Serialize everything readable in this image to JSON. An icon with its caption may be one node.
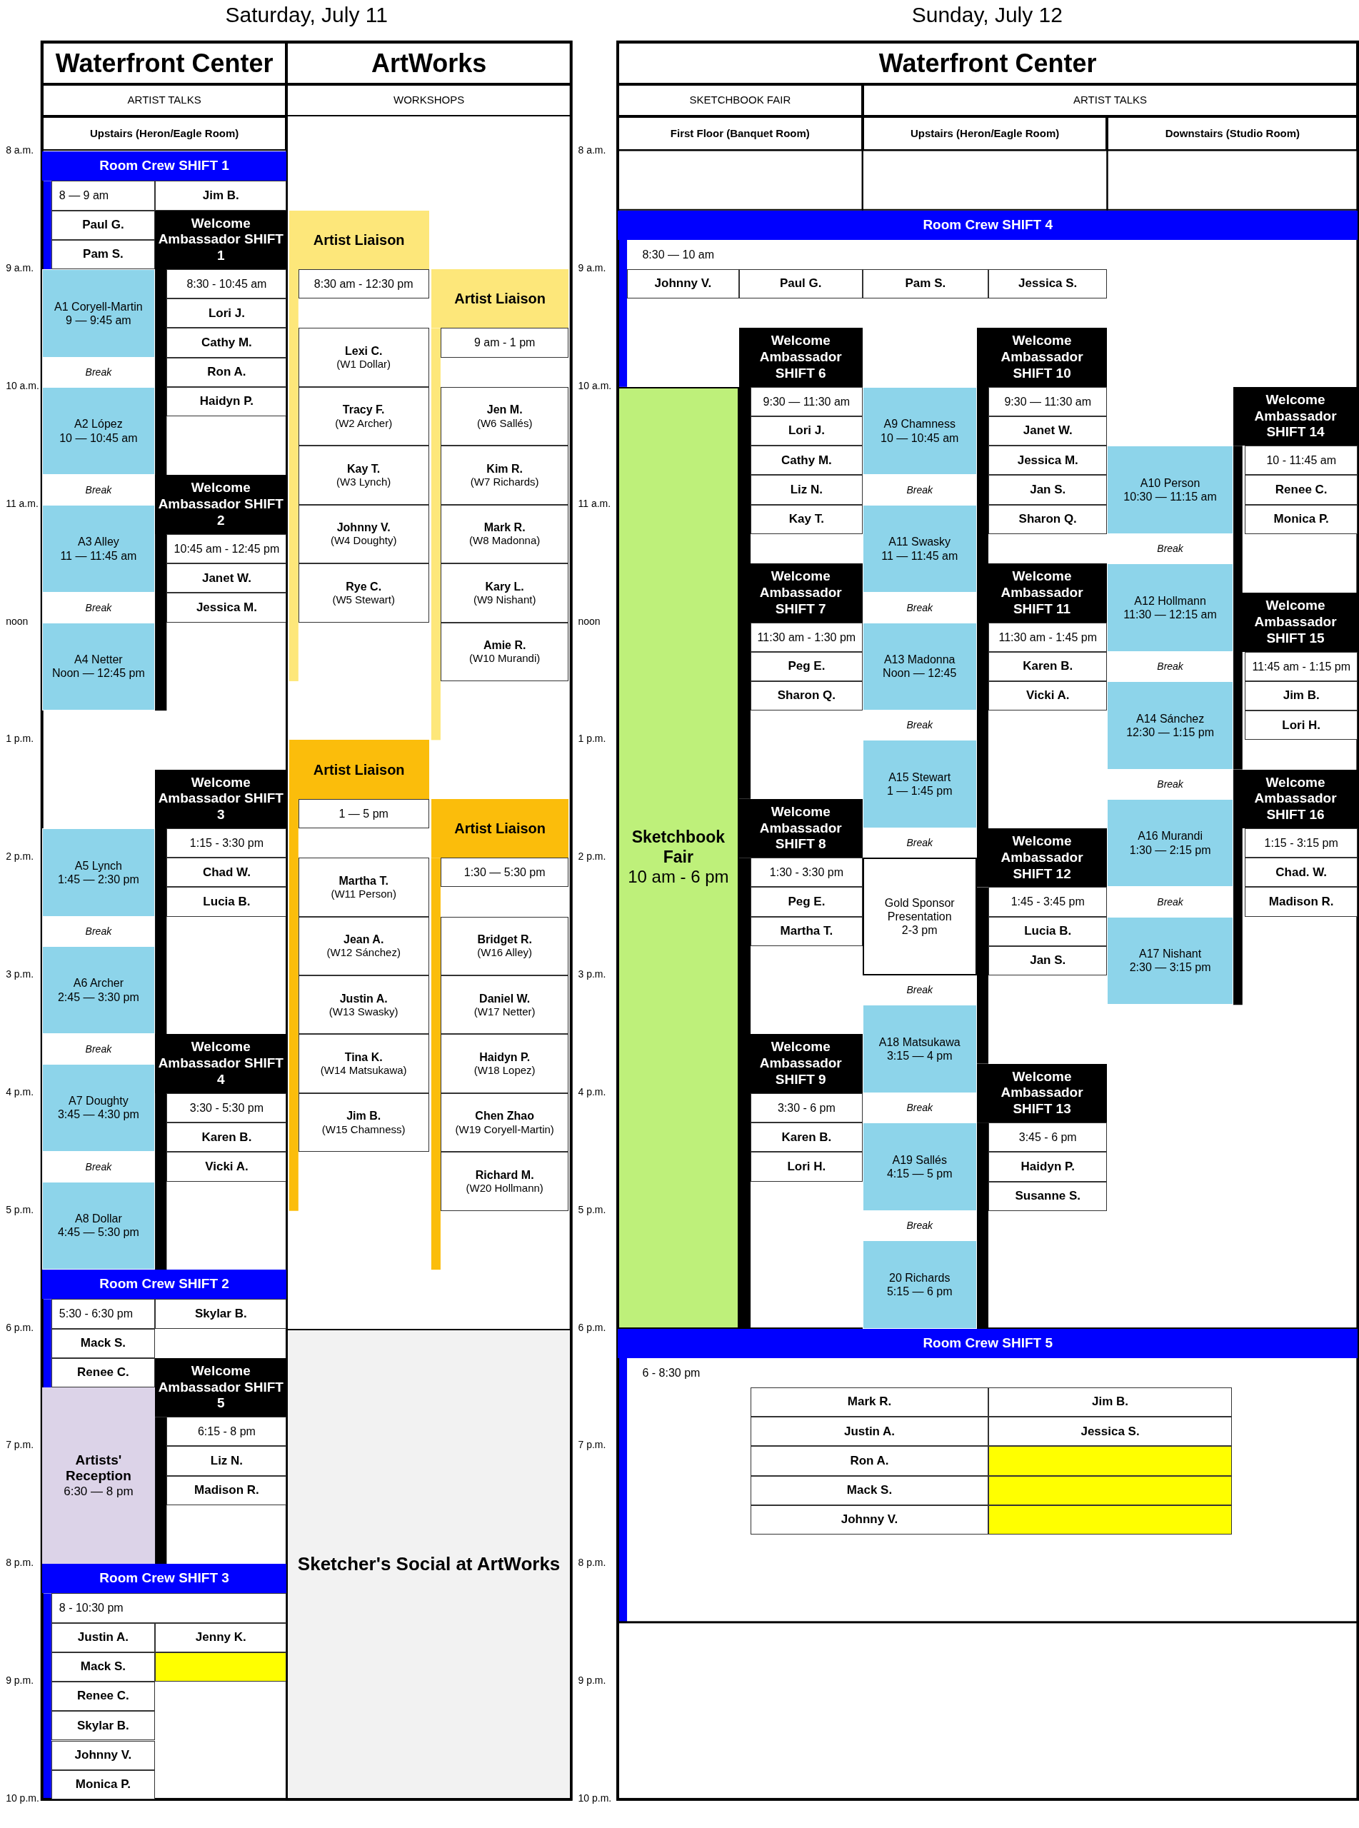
{
  "diagram": {
    "nodes": [
      {
        "text": [
          "Waterfront Center"
        ]
      },
      {
        "text": [
          "ArtWorks"
        ]
      },
      {
        "text": [
          "ARTIST TALKS"
        ]
      },
      {
        "text": [
          "WORKSHOPS"
        ]
      },
      {
        "text": [
          "Upstairs (Heron/Eagle Room)"
        ]
      },
      {
        "text": [
          "Room Crew SHIFT 1"
        ]
      },
      {
        "text": [
          "8 — 9 am"
        ]
      },
      {
        "text": [
          "Jim B."
        ]
      },
      {
        "text": [
          "Paul G."
        ]
      },
      {
        "text": [
          "Pam S."
        ]
      },
      {
        "text": [
          "Welcome Ambassador SHIFT 1"
        ]
      },
      {
        "text": [
          "8:30 - 10:45 am"
        ]
      },
      {
        "text": [
          "Lori J."
        ]
      },
      {
        "text": [
          "Cathy M."
        ]
      },
      {
        "text": [
          "Ron A."
        ]
      },
      {
        "text": [
          "Haidyn P."
        ]
      },
      {
        "text": [
          "A1 Coryell-Martin",
          "9 — 9:45 am"
        ]
      },
      {
        "text": [
          "Break"
        ]
      },
      {
        "text": [
          "A2 López",
          "10 — 10:45 am"
        ]
      },
      {
        "text": [
          "Break"
        ]
      },
      {
        "text": [
          "A3 Alley",
          "11 — 11:45 am"
        ]
      },
      {
        "text": [
          "Break"
        ]
      },
      {
        "text": [
          "A4 Netter",
          "Noon — 12:45 pm"
        ]
      },
      {
        "text": [
          "Welcome Ambassador SHIFT 2"
        ]
      },
      {
        "text": [
          "10:45 am - 12:45 pm"
        ]
      },
      {
        "text": [
          "Janet W."
        ]
      },
      {
        "text": [
          "Jessica M."
        ]
      },
      {
        "text": [
          "Welcome Ambassador SHIFT 3"
        ]
      },
      {
        "text": [
          "1:15 - 3:30 pm"
        ]
      },
      {
        "text": [
          "Chad W."
        ]
      },
      {
        "text": [
          "Lucia B."
        ]
      },
      {
        "text": [
          "A5 Lynch",
          "1:45 — 2:30 pm"
        ]
      },
      {
        "text": [
          "Break"
        ]
      },
      {
        "text": [
          "A6 Archer",
          "2:45 — 3:30 pm"
        ]
      },
      {
        "text": [
          "Break"
        ]
      },
      {
        "text": [
          "A7 Doughty",
          "3:45 — 4:30 pm"
        ]
      },
      {
        "text": [
          "Break"
        ]
      },
      {
        "text": [
          "A8 Dollar",
          "4:45 — 5:30 pm"
        ]
      },
      {
        "text": [
          "Welcome Ambassador SHIFT 4"
        ]
      },
      {
        "text": [
          "3:30 - 5:30 pm"
        ]
      },
      {
        "text": [
          "Karen B."
        ]
      },
      {
        "text": [
          "Vicki A."
        ]
      },
      {
        "text": [
          "Room Crew SHIFT 2"
        ]
      },
      {
        "text": [
          "5:30 - 6:30 pm"
        ]
      },
      {
        "text": [
          "Skylar B."
        ]
      },
      {
        "text": [
          "Mack S."
        ]
      },
      {
        "text": [
          "Renee C."
        ]
      },
      {
        "text": [
          "Artists' Reception",
          "6:30 — 8 pm"
        ]
      },
      {
        "text": [
          "Welcome Ambassador SHIFT 5"
        ]
      },
      {
        "text": [
          "6:15 - 8 pm"
        ]
      },
      {
        "text": [
          "Liz N."
        ]
      },
      {
        "text": [
          "Madison R."
        ]
      },
      {
        "text": [
          "Room Crew SHIFT 3"
        ]
      },
      {
        "text": [
          "8 - 10:30 pm"
        ]
      },
      {
        "text": [
          "Justin A."
        ]
      },
      {
        "text": [
          "Jenny K."
        ]
      },
      {
        "text": [
          "Mack S."
        ]
      },
      {
        "text": [],
        "shape": "box"
      },
      {
        "text": [
          "Renee C."
        ]
      },
      {
        "text": [
          "Skylar B."
        ]
      },
      {
        "text": [
          "Johnny V."
        ]
      },
      {
        "text": [
          "Monica P."
        ]
      },
      {
        "text": [
          "Artist Liaison"
        ]
      },
      {
        "text": [
          "8:30 am - 12:30 pm"
        ]
      },
      {
        "text": [
          "Lexi C.",
          "(W1 Dollar)"
        ]
      },
      {
        "text": [
          "Tracy F.",
          "(W2 Archer)"
        ]
      },
      {
        "text": [
          "Kay T.",
          "(W3 Lynch)"
        ]
      },
      {
        "text": [
          "Johnny V.",
          "(W4 Doughty)"
        ]
      },
      {
        "text": [
          "Rye C.",
          "(W5 Stewart)"
        ]
      },
      {
        "text": [
          "Artist Liaison"
        ]
      },
      {
        "text": [
          "9 am - 1 pm"
        ]
      },
      {
        "text": [
          "Jen M.",
          "(W6 Sallés)"
        ]
      },
      {
        "text": [
          "Kim R.",
          "(W7 Richards)"
        ]
      },
      {
        "text": [
          "Mark R.",
          "(W8 Madonna)"
        ]
      },
      {
        "text": [
          "Kary L.",
          "(W9 Nishant)"
        ]
      },
      {
        "text": [
          "Amie R.",
          "(W10 Murandi)"
        ]
      },
      {
        "text": [
          "Artist Liaison"
        ]
      },
      {
        "text": [
          "1 — 5 pm"
        ]
      },
      {
        "text": [
          "Martha T.",
          "(W11 Person)"
        ]
      },
      {
        "text": [
          "Jean A.",
          "(W12 Sánchez)"
        ]
      },
      {
        "text": [
          "Justin A.",
          "(W13 Swasky)"
        ]
      },
      {
        "text": [
          "Tina K.",
          "(W14 Matsukawa)"
        ]
      },
      {
        "text": [
          "Jim B.",
          "(W15 Chamness)"
        ]
      },
      {
        "text": [
          "Artist Liaison"
        ]
      },
      {
        "text": [
          "1:30 — 5:30 pm"
        ]
      },
      {
        "text": [
          "Bridget R.",
          "(W16 Alley)"
        ]
      },
      {
        "text": [
          "Daniel W.",
          "(W17 Netter)"
        ]
      },
      {
        "text": [
          "Haidyn P.",
          "(W18 Lopez)"
        ]
      },
      {
        "text": [
          "Chen Zhao",
          "(W19 Coryell-Martin)"
        ]
      },
      {
        "text": [
          "Richard M.",
          "(W20 Hollmann)"
        ]
      },
      {
        "text": [
          "Sketcher's Social at ArtWorks"
        ]
      },
      {
        "text": [
          "Waterfront Center"
        ]
      },
      {
        "text": [
          "SKETCHBOOK FAIR"
        ]
      },
      {
        "text": [
          "ARTIST TALKS"
        ]
      },
      {
        "text": [
          "First Floor (Banquet Room)"
        ]
      },
      {
        "text": [
          "Upstairs (Heron/Eagle Room)"
        ]
      },
      {
        "text": [
          "Downstairs (Studio Room)"
        ]
      },
      {
        "text": [
          "Room Crew SHIFT 4"
        ]
      },
      {
        "text": [
          "8:30 — 10 am"
        ]
      },
      {
        "text": [
          "Johnny V."
        ]
      },
      {
        "text": [
          "Paul G."
        ]
      },
      {
        "text": [
          "Pam S."
        ]
      },
      {
        "text": [
          "Jessica S."
        ]
      },
      {
        "text": [
          "Sketchbook Fair",
          "10 am - 6 pm"
        ]
      },
      {
        "text": [
          "Welcome Ambassador SHIFT 6"
        ]
      },
      {
        "text": [
          "9:30 — 11:30 am"
        ]
      },
      {
        "text": [
          "Lori J."
        ]
      },
      {
        "text": [
          "Cathy M."
        ]
      },
      {
        "text": [
          "Liz N."
        ]
      },
      {
        "text": [
          "Kay T."
        ]
      },
      {
        "text": [
          "Welcome Ambassador SHIFT 7"
        ]
      },
      {
        "text": [
          "11:30 am - 1:30 pm"
        ]
      },
      {
        "text": [
          "Peg E."
        ]
      },
      {
        "text": [
          "Sharon Q."
        ]
      },
      {
        "text": [
          "Welcome Ambassador SHIFT 8"
        ]
      },
      {
        "text": [
          "1:30 - 3:30 pm"
        ]
      },
      {
        "text": [
          "Peg E."
        ]
      },
      {
        "text": [
          "Martha T."
        ]
      },
      {
        "text": [
          "Welcome Ambassador SHIFT 9"
        ]
      },
      {
        "text": [
          "3:30 - 6 pm"
        ]
      },
      {
        "text": [
          "Karen B."
        ]
      },
      {
        "text": [
          "Lori H."
        ]
      },
      {
        "text": [
          "A9 Chamness",
          "10 — 10:45 am"
        ]
      },
      {
        "text": [
          "Break"
        ]
      },
      {
        "text": [
          "A11 Swasky",
          "11 — 11:45 am"
        ]
      },
      {
        "text": [
          "Break"
        ]
      },
      {
        "text": [
          "A13 Madonna",
          "Noon — 12:45"
        ]
      },
      {
        "text": [
          "Break"
        ]
      },
      {
        "text": [
          "A15 Stewart",
          "1 — 1:45 pm"
        ]
      },
      {
        "text": [
          "Break"
        ]
      },
      {
        "text": [
          "Gold Sponsor Presentation",
          "2-3 pm"
        ]
      },
      {
        "text": [
          "Break"
        ]
      },
      {
        "text": [
          "A18 Matsukawa",
          "3:15 — 4 pm"
        ]
      },
      {
        "text": [
          "Break"
        ]
      },
      {
        "text": [
          "A19 Sallés",
          "4:15 — 5 pm"
        ]
      },
      {
        "text": [
          "Break"
        ]
      },
      {
        "text": [
          "20 Richards",
          "5:15 — 6 pm"
        ]
      },
      {
        "text": [
          "Welcome Ambassador SHIFT 10"
        ]
      },
      {
        "text": [
          "9:30 — 11:30 am"
        ]
      },
      {
        "text": [
          "Janet W."
        ]
      },
      {
        "text": [
          "Jessica M."
        ]
      },
      {
        "text": [
          "Jan S."
        ]
      },
      {
        "text": [
          "Sharon Q."
        ]
      },
      {
        "text": [
          "Welcome Ambassador SHIFT 11"
        ]
      },
      {
        "text": [
          "11:30 am - 1:45 pm"
        ]
      },
      {
        "text": [
          "Karen B."
        ]
      },
      {
        "text": [
          "Vicki A."
        ]
      },
      {
        "text": [
          "Welcome Ambassador SHIFT 12"
        ]
      },
      {
        "text": [
          "1:45 - 3:45 pm"
        ]
      },
      {
        "text": [
          "Lucia B."
        ]
      },
      {
        "text": [
          "Jan S."
        ]
      },
      {
        "text": [
          "Welcome Ambassador SHIFT 13"
        ]
      },
      {
        "text": [
          "3:45 - 6 pm"
        ]
      },
      {
        "text": [
          "Haidyn P."
        ]
      },
      {
        "text": [
          "Susanne S."
        ]
      },
      {
        "text": [
          "A10 Person",
          "10:30 — 11:15 am"
        ]
      },
      {
        "text": [
          "Break"
        ]
      },
      {
        "text": [
          "A12 Hollmann",
          "11:30 — 12:15 am"
        ]
      },
      {
        "text": [
          "Break"
        ]
      },
      {
        "text": [
          "A14 Sánchez",
          "12:30 — 1:15 pm"
        ]
      },
      {
        "text": [
          "Break"
        ]
      },
      {
        "text": [
          "A16 Murandi",
          "1:30 — 2:15 pm"
        ]
      },
      {
        "text": [
          "Break"
        ]
      },
      {
        "text": [
          "A17 Nishant",
          "2:30 — 3:15 pm"
        ]
      },
      {
        "text": [
          "Welcome Ambassador SHIFT 14"
        ]
      },
      {
        "text": [
          "10 - 11:45 am"
        ]
      },
      {
        "text": [
          "Renee C."
        ]
      },
      {
        "text": [
          "Monica P."
        ]
      },
      {
        "text": [
          "Welcome Ambassador SHIFT 15"
        ]
      },
      {
        "text": [
          "11:45 am - 1:15 pm"
        ]
      },
      {
        "text": [
          "Jim B."
        ]
      },
      {
        "text": [
          "Lori H."
        ]
      },
      {
        "text": [
          "Welcome Ambassador SHIFT 16"
        ]
      },
      {
        "text": [
          "1:15 - 3:15 pm"
        ]
      },
      {
        "text": [
          "Chad. W."
        ]
      },
      {
        "text": [
          "Madison R."
        ]
      },
      {
        "text": [
          "Room Crew SHIFT 5"
        ]
      },
      {
        "text": [
          "6 - 8:30 pm"
        ]
      },
      {
        "text": [
          "Mark R."
        ]
      },
      {
        "text": [
          "Jim B."
        ]
      },
      {
        "text": [
          "Justin A."
        ]
      },
      {
        "text": [
          "Jessica S."
        ]
      },
      {
        "text": [
          "Ron A."
        ]
      },
      {
        "text": [],
        "shape": "box"
      },
      {
        "text": [
          "Mack S."
        ]
      },
      {
        "text": [],
        "shape": "box"
      },
      {
        "text": [
          "Johnny V."
        ]
      },
      {
        "text": [],
        "shape": "box"
      }
    ],
    "labels": [
      "Saturday, July 11",
      "Sunday, July 12",
      "8 a.m.",
      "9 a.m.",
      "10 a.m.",
      "11 a.m.",
      "noon",
      "1 p.m.",
      "2 p.m.",
      "3 p.m.",
      "4 p.m.",
      "5 p.m.",
      "6 p.m.",
      "7 p.m.",
      "8 p.m.",
      "9 p.m.",
      "10 p.m.",
      "8 a.m.",
      "9 a.m.",
      "10 a.m.",
      "11 a.m.",
      "noon",
      "1 p.m.",
      "2 p.m.",
      "3 p.m.",
      "4 p.m.",
      "5 p.m.",
      "6 p.m.",
      "7 p.m.",
      "8 p.m.",
      "9 p.m.",
      "10 p.m."
    ]
  }
}
